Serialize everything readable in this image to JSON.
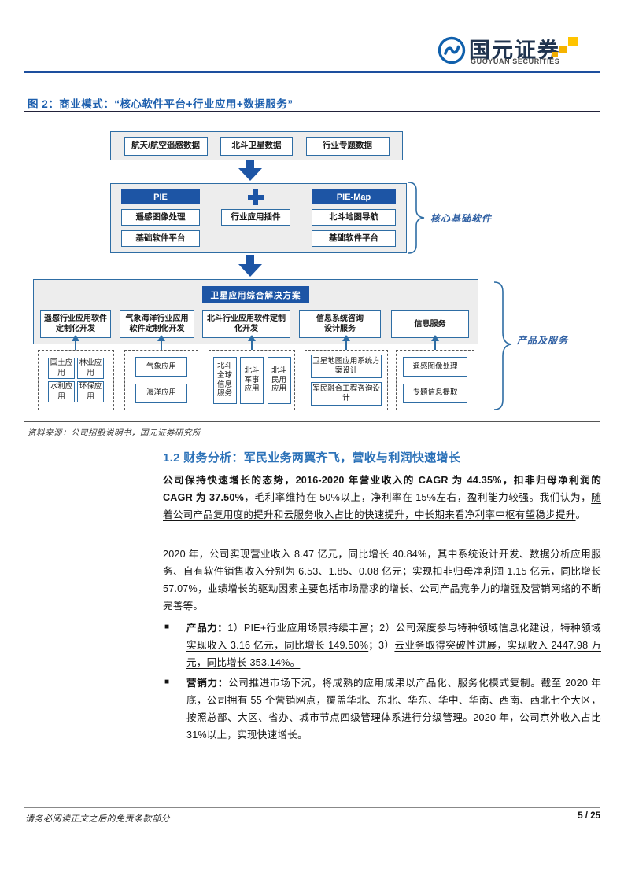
{
  "header": {
    "brand_cn": "国元证券",
    "brand_en": "GUOYUAN SECURITIES"
  },
  "figure": {
    "title": "图 2：商业模式：“核心软件平台+行业应用+数据服务”",
    "data_sources": [
      "航天/航空遥感数据",
      "北斗卫星数据",
      "行业专题数据"
    ],
    "core": {
      "pie": "PIE",
      "pie_map": "PIE-Map",
      "pie_items": [
        "遥感图像处理",
        "基础软件平台"
      ],
      "center_item": "行业应用插件",
      "pie_map_items": [
        "北斗地图导航",
        "基础软件平台"
      ],
      "bracket_label": "核心基础软件"
    },
    "solution": {
      "header": "卫星应用综合解决方案",
      "services": [
        "遥感行业应用软件定制化开发",
        "气象海洋行业应用软件定制化开发",
        "北斗行业应用软件定制化开发",
        "信息系统咨询设计服务",
        "信息服务"
      ],
      "groups": [
        {
          "items": [
            "国土应用",
            "林业应用",
            "水利应用",
            "环保应用"
          ]
        },
        {
          "items": [
            "气象应用",
            "海洋应用"
          ]
        },
        {
          "items": [
            "北斗全球信息服务",
            "北斗军事应用",
            "北斗民用应用"
          ]
        },
        {
          "items": [
            "卫星地图应用系统方案设计",
            "军民融合工程咨询设计"
          ]
        },
        {
          "items": [
            "遥感图像处理",
            "专题信息提取"
          ]
        }
      ],
      "bracket_label": "产品及服务"
    },
    "source": "资料来源：公司招股说明书，国元证券研究所"
  },
  "section": {
    "heading": "1.2 财务分析：军民业务两翼齐飞，营收与利润快速增长",
    "p1": [
      {
        "style": "bold",
        "text": "公司保持快速增长的态势，2016-2020 年营业收入的 CAGR 为 44.35%，扣非归母净利润的 CAGR 为 37.50%"
      },
      {
        "style": "normal",
        "text": "，毛利率维持在 50%以上，净利率在 15%左右，盈利能力较强。我们认为，"
      },
      {
        "style": "underline",
        "text": "随着公司产品复用度的提升和云服务收入占比的快速提升，中长期来看净利率中枢有望稳步提升"
      },
      {
        "style": "normal",
        "text": "。"
      }
    ],
    "p2": [
      {
        "style": "normal",
        "text": "2020 年，公司实现营业收入 8.47 亿元，同比增长 40.84%，其中系统设计开发、数据分析应用服务、自有软件销售收入分别为 6.53、1.85、0.08 亿元；实现扣非归母净利润 1.15 亿元，同比增长 57.07%，业绩增长的驱动因素主要包括市场需求的增长、公司产品竞争力的增强及营销网络的不断完善等。"
      }
    ],
    "bullets": [
      {
        "marker": "■",
        "segments": [
          {
            "style": "bold",
            "text": "产品力："
          },
          {
            "style": "normal",
            "text": "1）PIE+行业应用场景持续丰富；2）公司深度参与特种领域信息化建设，"
          },
          {
            "style": "underline",
            "text": "特种领域实现收入 3.16 亿元，同比增长 149.50%"
          },
          {
            "style": "normal",
            "text": "；3）"
          },
          {
            "style": "underline",
            "text": "云业务取得突破性进展，实现收入 2447.98 万元，同比增长 353.14%。"
          }
        ]
      },
      {
        "marker": "■",
        "segments": [
          {
            "style": "bold",
            "text": "营销力："
          },
          {
            "style": "normal",
            "text": "公司推进市场下沉，将成熟的应用成果以产品化、服务化模式复制。截至 2020 年底，公司拥有 55 个营销网点，覆盖华北、东北、华东、华中、华南、西南、西北七个大区，按照总部、大区、省办、城市节点四级管理体系进行分级管理。2020 年，公司京外收入占比 31%以上，实现快速增长。"
          }
        ]
      }
    ]
  },
  "footer": {
    "disclaimer": "请务必阅读正文之后的免责条款部分",
    "page": "5 / 25"
  },
  "colors": {
    "brand_blue": "#1d55a5",
    "border_blue": "#2e6da4",
    "heading_blue": "#2c72b8",
    "title_blue": "#1d5fae",
    "accent_yellow": "#f5b300"
  },
  "icons": {
    "logo_mark": "guoyuan-circle-swirl",
    "plus": "heavy-plus-cross",
    "down_arrow": "solid-down-arrow",
    "up_arrow": "thin-up-arrow"
  }
}
